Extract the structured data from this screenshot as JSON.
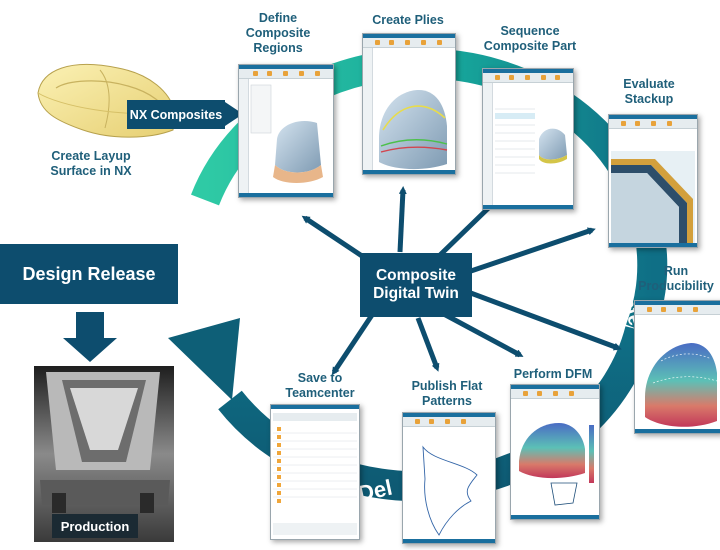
{
  "diagram": {
    "center_label": "Composite\nDigital Twin",
    "start_button": "NX Composites",
    "design_release": "Design Release",
    "production_label": "Production",
    "cycle_text_validate": "Validate",
    "cycle_text_deliver": "Del",
    "steps": [
      {
        "id": "layup",
        "label": "Create Layup\nSurface in NX"
      },
      {
        "id": "regions",
        "label": "Define\nComposite\nRegions"
      },
      {
        "id": "plies",
        "label": "Create Plies"
      },
      {
        "id": "sequence",
        "label": "Sequence\nComposite Part"
      },
      {
        "id": "stackup",
        "label": "Evaluate\nStackup"
      },
      {
        "id": "producibility",
        "label": "Run\nProducibility"
      },
      {
        "id": "dfm",
        "label": "Perform DFM"
      },
      {
        "id": "flat",
        "label": "Publish Flat\nPatterns"
      },
      {
        "id": "save",
        "label": "Save to\nTeamcenter"
      }
    ],
    "colors": {
      "navy": "#0d4d6e",
      "teal_light": "#1fbf9f",
      "teal_dark": "#0f7180",
      "label_text": "#1f5f7a"
    }
  }
}
